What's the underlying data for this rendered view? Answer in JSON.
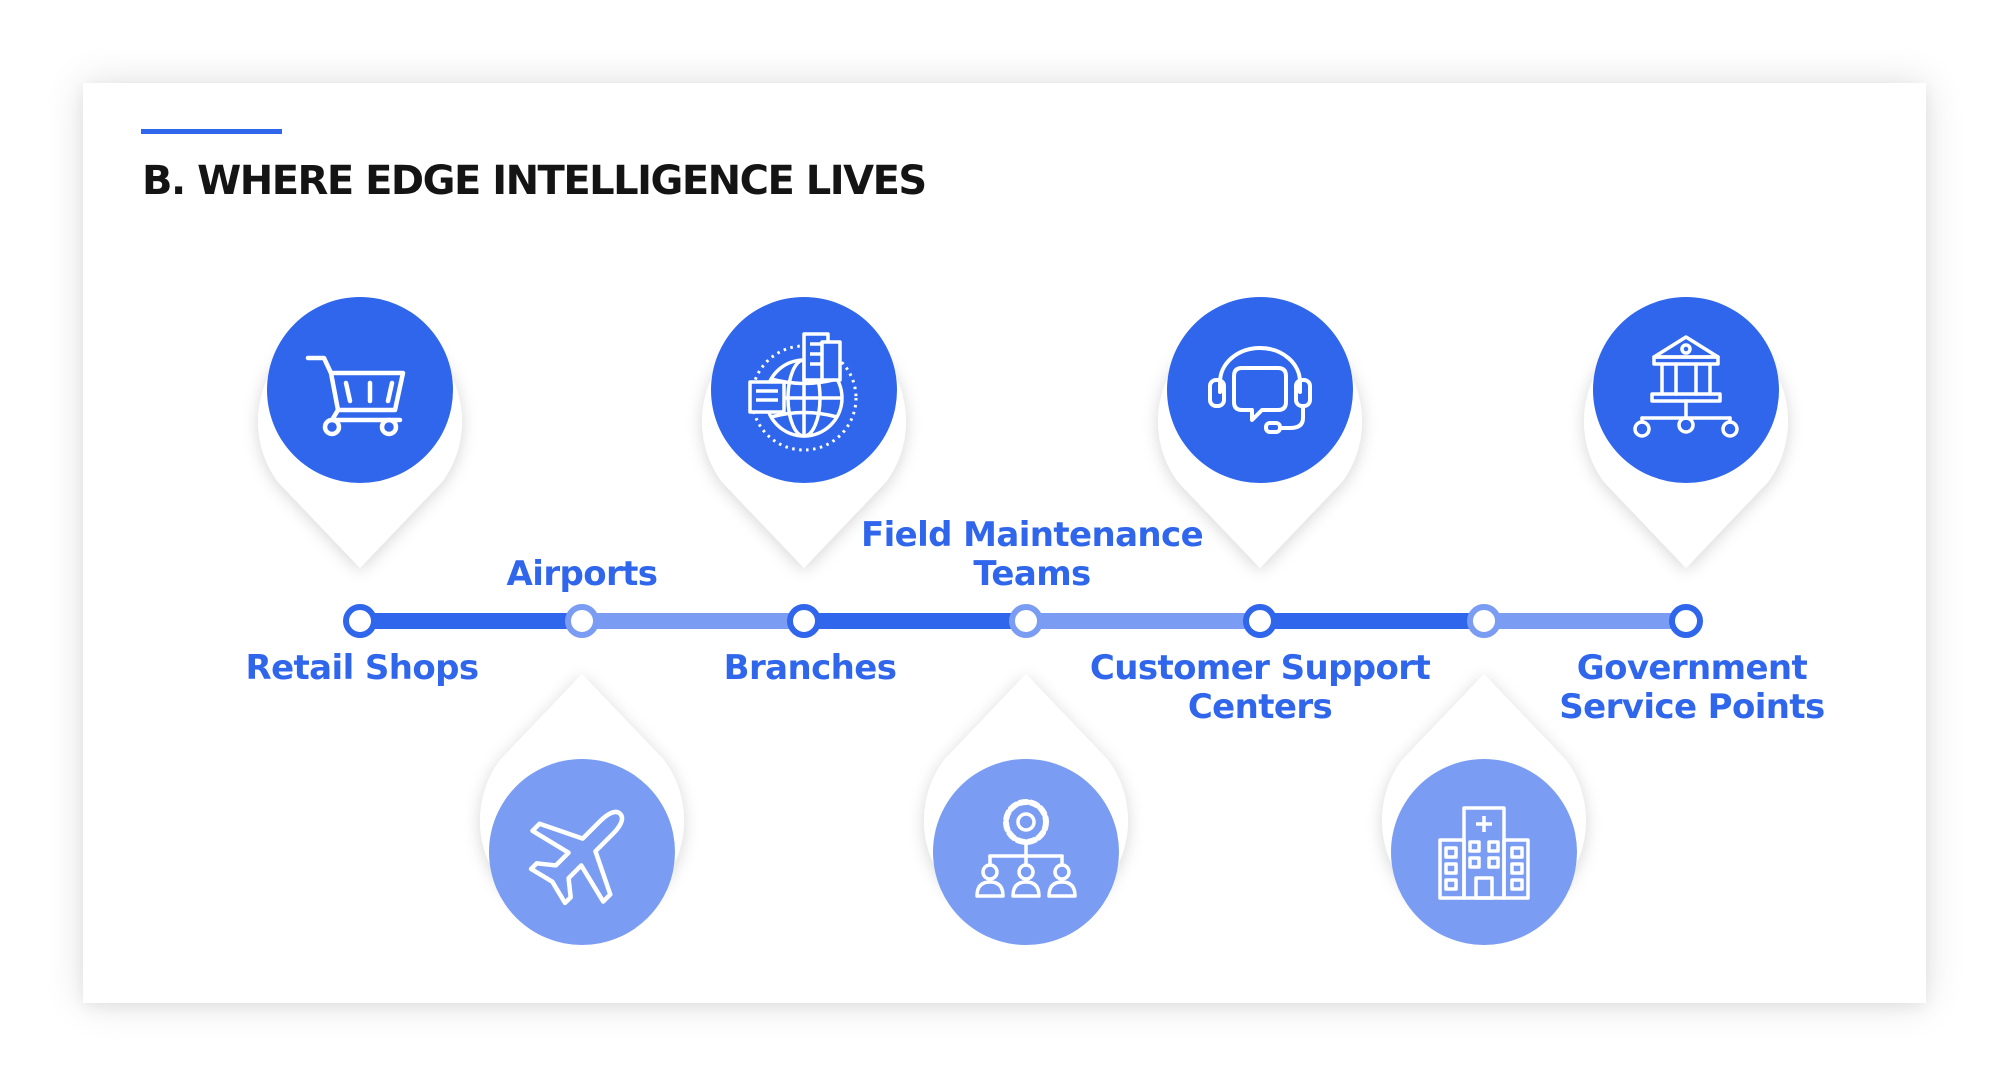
{
  "title": "B. WHERE EDGE INTELLIGENCE LIVES",
  "colors": {
    "accent": "#2f66ec",
    "accent_light": "#7a9df3",
    "title_text": "#141414"
  },
  "locations": [
    {
      "label": "Retail Shops",
      "icon": "shopping-cart-icon",
      "pin": "above-line"
    },
    {
      "label": "Airports",
      "icon": "airplane-icon",
      "pin": "below-line"
    },
    {
      "label": "Branches",
      "icon": "globe-buildings-icon",
      "pin": "above-line"
    },
    {
      "label": "Field Maintenance\nTeams",
      "icon": "gear-team-hierarchy-icon",
      "pin": "below-line"
    },
    {
      "label": "Customer Support\nCenters",
      "icon": "headset-chat-icon",
      "pin": "above-line"
    },
    {
      "label": "",
      "icon": "hospital-building-icon",
      "pin": "below-line"
    },
    {
      "label": "Government\nService Points",
      "icon": "government-building-network-icon",
      "pin": "above-line"
    }
  ]
}
